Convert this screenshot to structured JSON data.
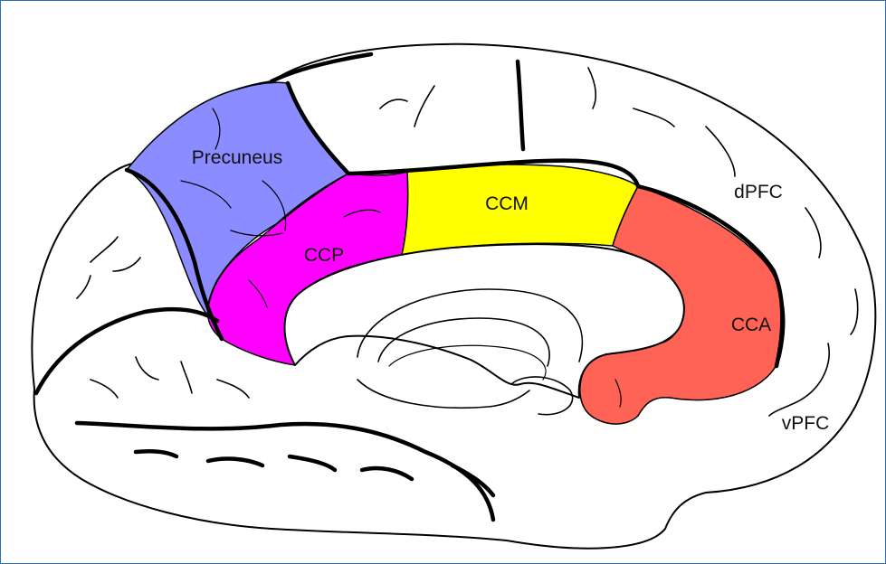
{
  "labels": {
    "precuneus": "Precuneus",
    "ccp": "CCP",
    "ccm": "CCM",
    "cca": "CCA",
    "dpfc": "dPFC",
    "vpfc": "vPFC"
  },
  "colors": {
    "precuneus": "#8a8cff",
    "ccp": "#ff00ff",
    "ccm": "#ffff00",
    "cca": "#ff6355",
    "border": "#2a6fb0"
  }
}
